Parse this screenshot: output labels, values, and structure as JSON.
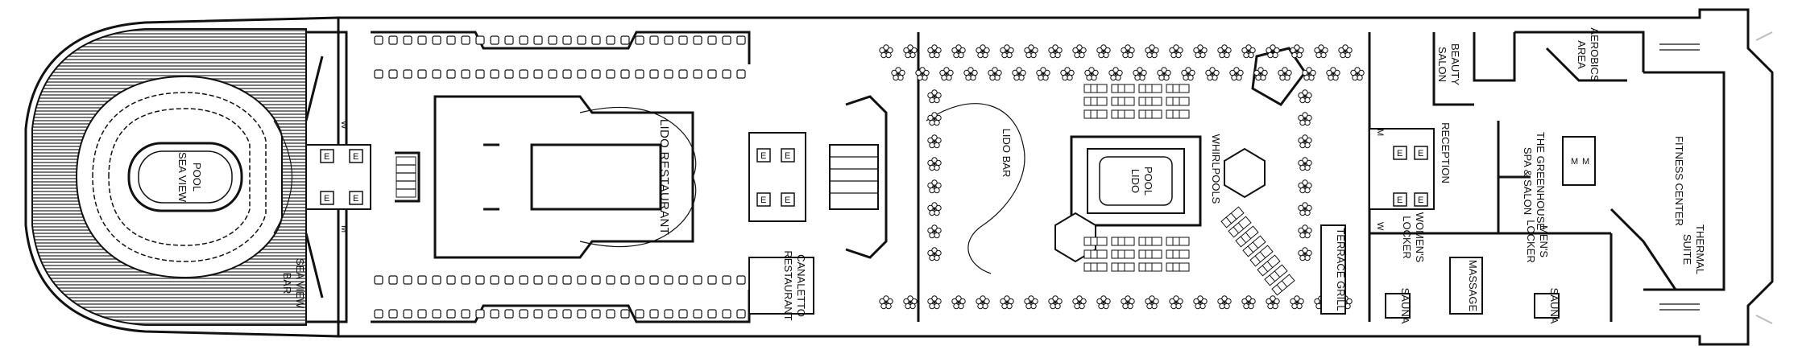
{
  "labels": {
    "sea_view_pool": [
      "SEA VIEW",
      "POOL"
    ],
    "sea_view_bar": [
      "SEA VIEW",
      "BAR"
    ],
    "lido_restaurant": "LIDO RESTAURANT",
    "canaletto_restaurant": [
      "CANALETTO",
      "RESTAURANT"
    ],
    "lido_bar": "LIDO BAR",
    "lido_pool": [
      "LIDO",
      "POOL"
    ],
    "whirlpools": "WHIRLPOOLS",
    "terrace_grill": "TERRACE GRILL",
    "beauty_salon": [
      "BEAUTY",
      "SALON"
    ],
    "reception": "RECEPTION",
    "greenhouse": [
      "THE GREENHOUSE",
      "SPA & SALON"
    ],
    "aerobics_area": [
      "AEROBICS",
      "AREA"
    ],
    "fitness_center": "FITNESS CENTER",
    "womens_locker": [
      "WOMEN'S",
      "LOCKER"
    ],
    "mens_locker": [
      "MEN'S",
      "LOCKER"
    ],
    "massage": "MASSAGE",
    "sauna_left": "SAUNA",
    "sauna_right": "SAUNA",
    "thermal_suite": [
      "THERMAL",
      "SUITE"
    ]
  },
  "symbols": {
    "elevator": "E",
    "womens_restroom": "W",
    "mens_restroom": "M"
  },
  "colors": {
    "line": "#111111",
    "background": "#ffffff",
    "deck_stripe": "#555555"
  }
}
